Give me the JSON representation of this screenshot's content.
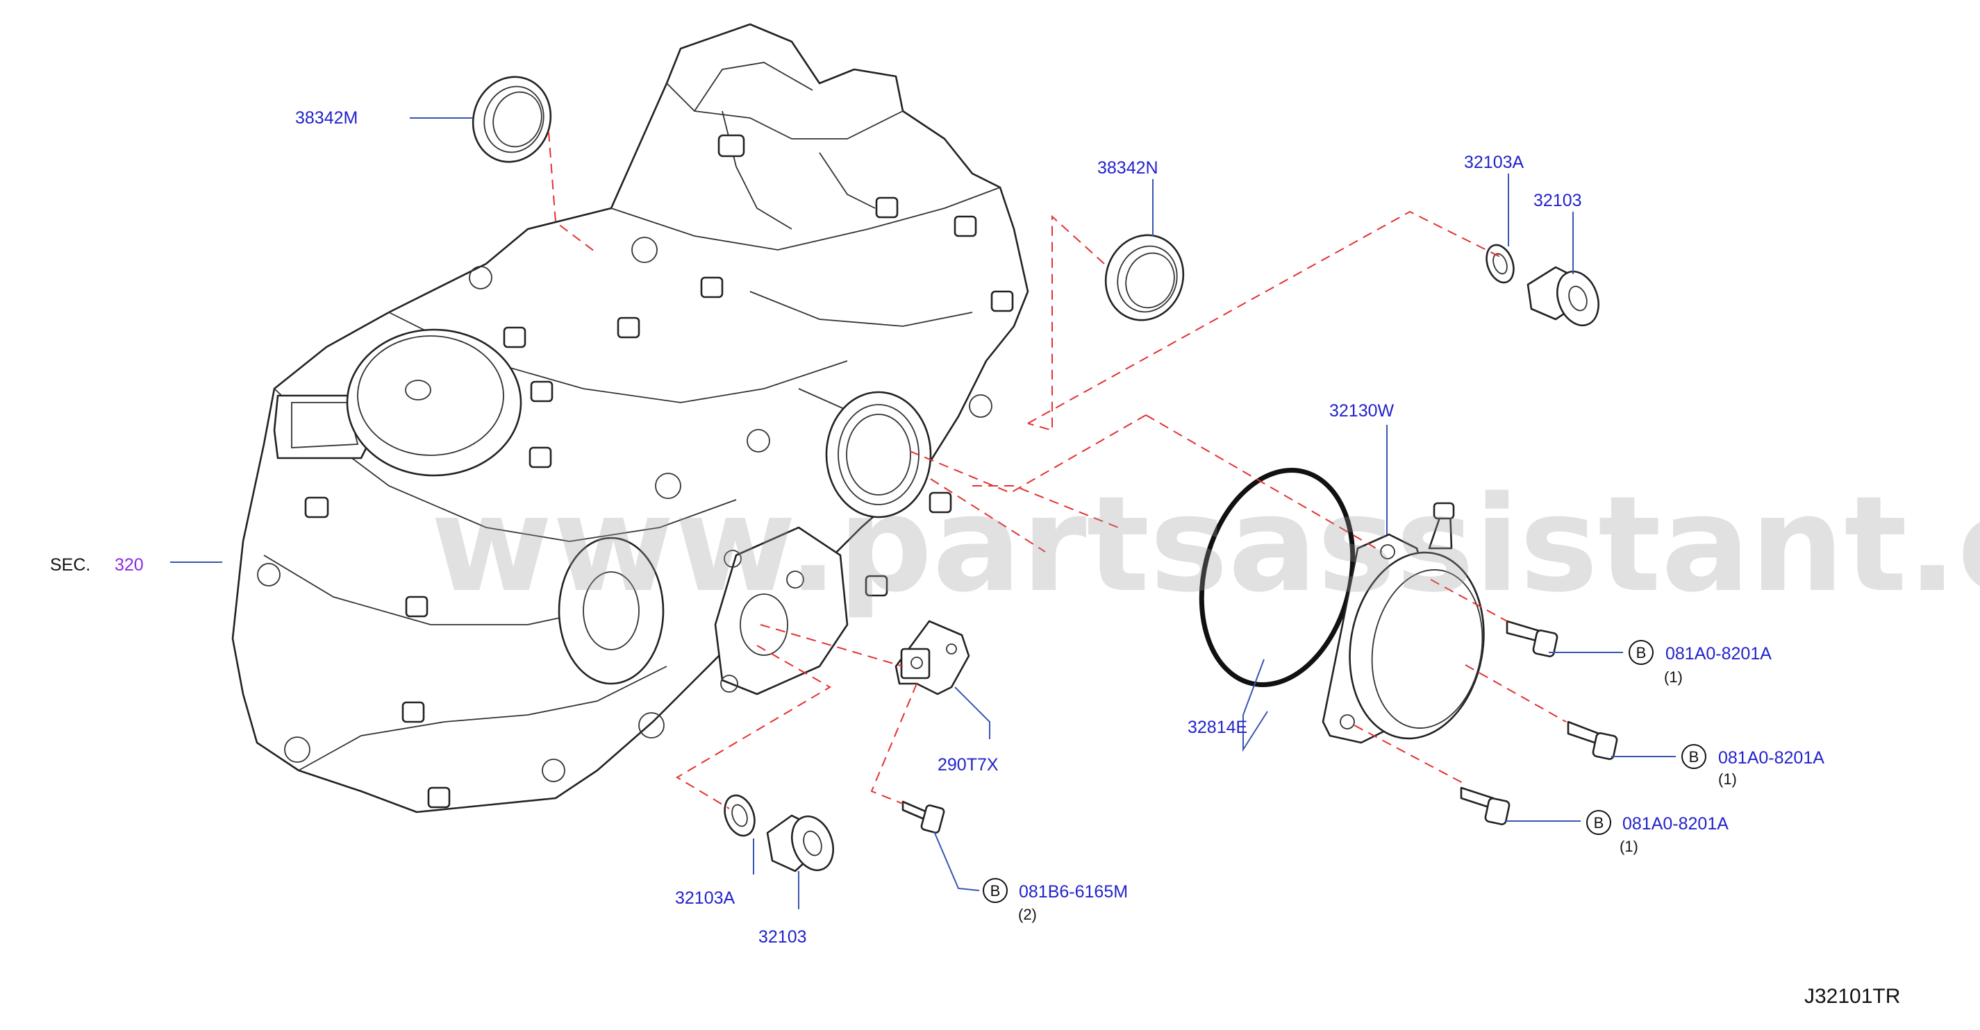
{
  "parts": {
    "seal_top": "38342M",
    "seal_mid": "38342N",
    "washer_top": "32103A",
    "plug_top": "32103",
    "pump_assy": "32130W",
    "o_ring": "32814E",
    "bracket": "290T7X",
    "washer_bottom": "32103A",
    "plug_bottom": "32103"
  },
  "section": {
    "prefix": "SEC.",
    "number": "320"
  },
  "bolts": [
    {
      "marker": "B",
      "code": "081A0-8201A",
      "qty": "(1)"
    },
    {
      "marker": "B",
      "code": "081A0-8201A",
      "qty": "(1)"
    },
    {
      "marker": "B",
      "code": "081A0-8201A",
      "qty": "(1)"
    },
    {
      "marker": "B",
      "code": "081B6-6165M",
      "qty": "(2)"
    }
  ],
  "diagram_id": "J32101TR",
  "watermark": "www.partsassistant.com",
  "colors": {
    "label": "#2222cc",
    "section_number": "#8a2be2",
    "dash": "#e53030",
    "leader": "#3a55b0"
  }
}
